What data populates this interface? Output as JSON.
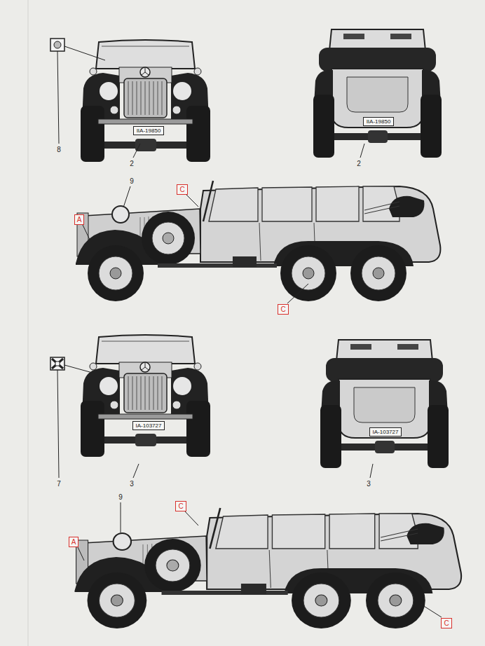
{
  "diagram": {
    "nodes": [
      {
        "text": [
          "IIA-19850"
        ]
      },
      {
        "text": [
          "IIA-19850"
        ]
      },
      {
        "text": [
          "C"
        ]
      },
      {
        "text": [
          "A"
        ]
      },
      {
        "text": [
          "C"
        ]
      },
      {
        "text": [
          "IA-103727"
        ]
      },
      {
        "text": [
          "IA-103727"
        ]
      },
      {
        "text": [
          "C"
        ]
      },
      {
        "text": [
          "A"
        ]
      },
      {
        "text": [
          "C"
        ]
      }
    ],
    "labels": [
      "8",
      "2",
      "2",
      "9",
      "7",
      "3",
      "3",
      "9"
    ]
  }
}
